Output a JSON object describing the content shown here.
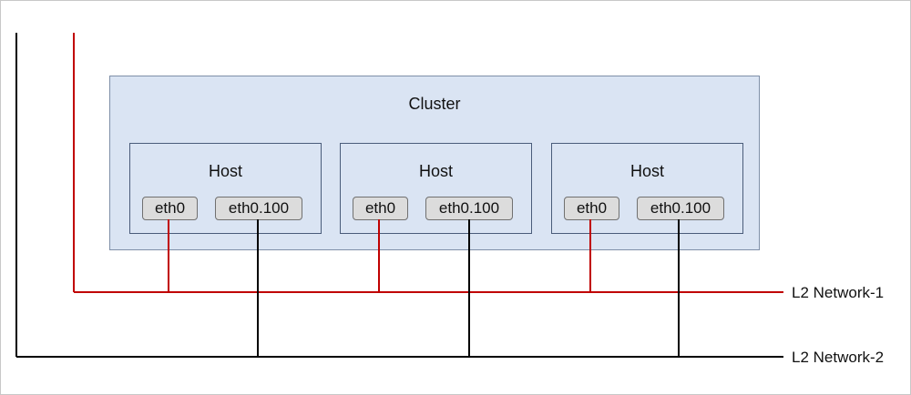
{
  "cluster": {
    "title": "Cluster"
  },
  "hosts": [
    {
      "title": "Host",
      "nic_a": "eth0",
      "nic_b": "eth0.100"
    },
    {
      "title": "Host",
      "nic_a": "eth0",
      "nic_b": "eth0.100"
    },
    {
      "title": "Host",
      "nic_a": "eth0",
      "nic_b": "eth0.100"
    }
  ],
  "networks": [
    {
      "label": "L2 Network-1",
      "color": "#c00000"
    },
    {
      "label": "L2 Network-2",
      "color": "#000000"
    }
  ]
}
